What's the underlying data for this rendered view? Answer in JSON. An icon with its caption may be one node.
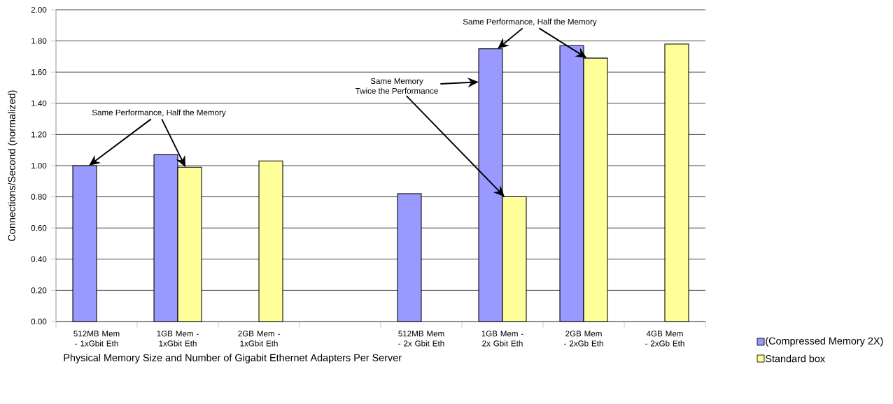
{
  "diagram": {
    "nodes": [
      {
        "text": [
          "Same Performance, Half the Memory"
        ]
      },
      {
        "text": [
          "Same Memory",
          "Twice the Performance"
        ]
      },
      {
        "text": [
          "Same Performance, Half the Memory"
        ]
      }
    ],
    "edges": [
      {
        "from": 0,
        "to": null,
        "arrow": "to"
      },
      {
        "from": 0,
        "to": null,
        "arrow": "to"
      },
      {
        "from": 1,
        "to": null,
        "arrow": "to"
      },
      {
        "from": 1,
        "to": null,
        "arrow": "to"
      },
      {
        "from": 2,
        "to": null,
        "arrow": "to"
      },
      {
        "from": 2,
        "to": null,
        "arrow": "to"
      }
    ],
    "legend": [
      {
        "text": "(Compressed Memory 2X)",
        "color": "#9999ff"
      },
      {
        "text": "Standard box",
        "color": "#ffff99"
      }
    ],
    "chart_data": {
      "type": "bar",
      "xlabel": "Physical Memory Size and Number of Gigabit Ethernet Adapters Per Server",
      "ylabel": "Connections/Second (normalized)",
      "categories": [
        "512MB Mem - 1xGbit Eth",
        "1GB Mem - 1xGbit Eth",
        "2GB Mem - 1xGbit Eth",
        null,
        "512MB Mem - 2x Gbit Eth",
        "1GB Mem - 2x Gbit Eth",
        "2GB Mem - 2xGb Eth",
        "4GB Mem - 2xGb Eth"
      ],
      "series": [
        {
          "color": "#9999ff",
          "values": [
            1.0,
            1.07,
            null,
            null,
            0.82,
            1.75,
            1.77,
            null
          ]
        },
        {
          "color": "#ffff99",
          "values": [
            null,
            0.99,
            1.03,
            null,
            null,
            0.8,
            1.69,
            1.78
          ]
        }
      ],
      "ylim": [
        0,
        2
      ],
      "grid": true,
      "yticks": [
        {
          "value": 0,
          "label": "0.00"
        },
        {
          "value": 0.2,
          "label": "0.20"
        },
        {
          "value": 0.4,
          "label": "0.40"
        },
        {
          "value": 0.6,
          "label": "0.60"
        },
        {
          "value": 0.8,
          "label": "0.80"
        },
        {
          "value": 1.0,
          "label": "1.00"
        },
        {
          "value": 1.2,
          "label": "1.20"
        },
        {
          "value": 1.4,
          "label": "1.40"
        },
        {
          "value": 1.6,
          "label": "1.60"
        },
        {
          "value": 1.8,
          "label": "1.80"
        },
        {
          "value": 2.0,
          "label": "2.00"
        }
      ]
    }
  }
}
